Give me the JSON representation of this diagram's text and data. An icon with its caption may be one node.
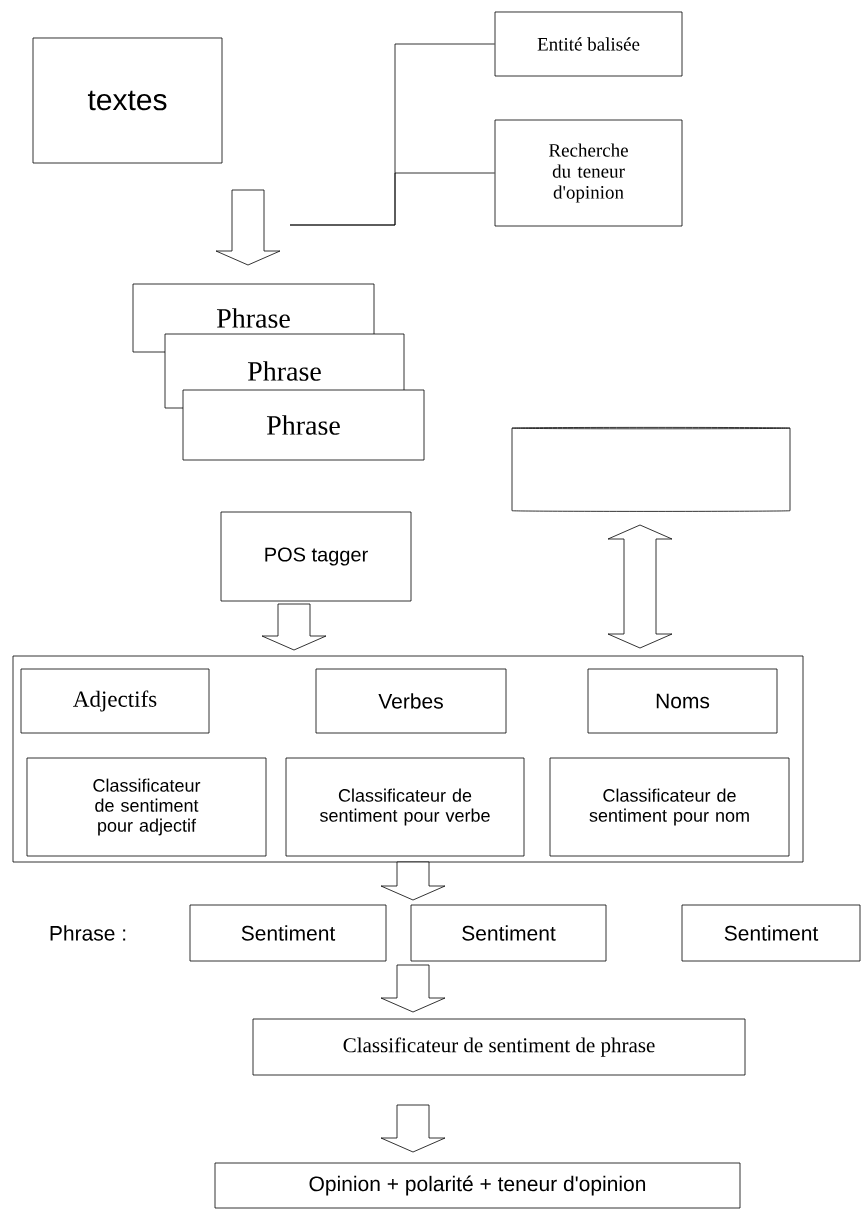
{
  "diagram": {
    "nodes": [
      {
        "text": [
          "textes"
        ]
      },
      {
        "text": [
          "Entité balisée"
        ]
      },
      {
        "text": [
          "Recherche du teneur d'opinion"
        ]
      },
      {
        "text": [
          "Phrase"
        ]
      },
      {
        "text": [
          "Phrase"
        ]
      },
      {
        "text": [
          "Phrase"
        ]
      },
      {
        "text": [],
        "shape": "cylinder"
      },
      {
        "text": [
          "POS tagger"
        ]
      },
      {
        "text": [],
        "shape": "box"
      },
      {
        "text": [
          "Adjectifs"
        ],
        "in": 8
      },
      {
        "text": [
          "Verbes"
        ],
        "in": 8
      },
      {
        "text": [
          "Noms"
        ],
        "in": 8
      },
      {
        "text": [
          "Classificateur de sentiment pour adjectif"
        ],
        "in": 8
      },
      {
        "text": [
          "Classificateur de sentiment pour verbe"
        ],
        "in": 8
      },
      {
        "text": [
          "Classificateur de sentiment pour nom"
        ],
        "in": 8
      },
      {
        "text": [
          "Sentiment"
        ]
      },
      {
        "text": [
          "Sentiment"
        ]
      },
      {
        "text": [
          "Sentiment"
        ]
      },
      {
        "text": [
          "Classificateur de sentiment de phrase"
        ]
      },
      {
        "text": [
          "Opinion + polarité + teneur d'opinion"
        ]
      }
    ],
    "edges": [
      {
        "from": 0,
        "to": 3,
        "arrow": "to"
      },
      {
        "from": null,
        "to": 1,
        "arrow": "none"
      },
      {
        "from": null,
        "to": 2,
        "arrow": "none"
      },
      {
        "from": 7,
        "to": 8,
        "arrow": "to"
      },
      {
        "from": 6,
        "to": 8,
        "arrow": "both"
      },
      {
        "from": 8,
        "to": 16,
        "arrow": "to"
      },
      {
        "from": 16,
        "to": 18,
        "arrow": "to"
      },
      {
        "from": 18,
        "to": 19,
        "arrow": "to"
      }
    ],
    "labels": [
      "Phrase :"
    ]
  }
}
